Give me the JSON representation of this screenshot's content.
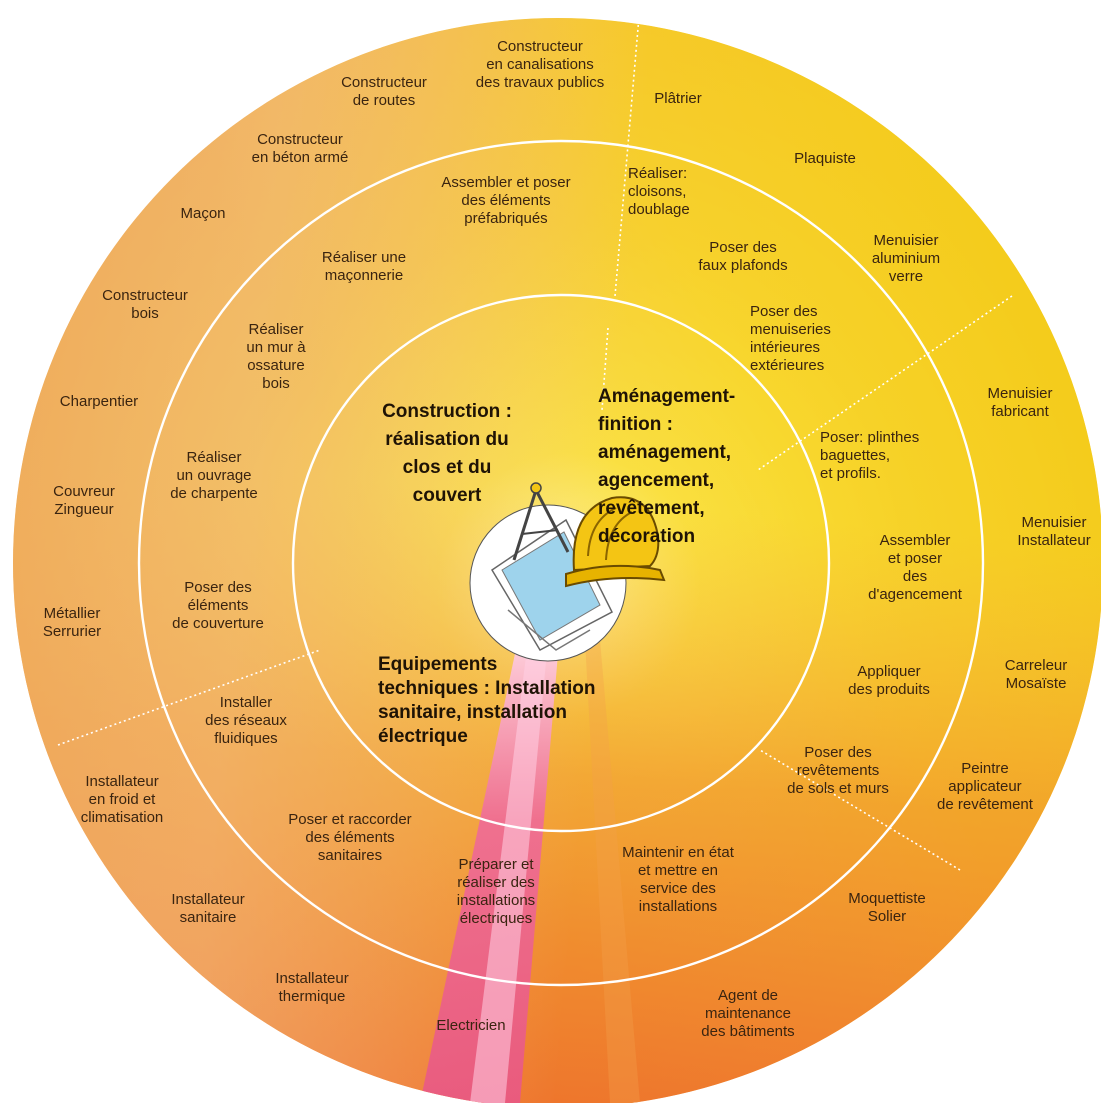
{
  "colors": {
    "center_glow": "#fff7a8",
    "yellow": "#f6d20a",
    "orange": "#f09a2c",
    "pink": "#ec5b8a",
    "peach": "#f2c48c",
    "text": "#3a2410",
    "ring_line": "#ffffff"
  },
  "center_icons": [
    "compass-icon",
    "drawing-sheet-icon",
    "hard-hat-icon"
  ],
  "sectors": {
    "construction": {
      "title_lines": [
        "Construction :",
        "réalisation du",
        "clos et du",
        "couvert"
      ],
      "skills": [
        [
          "Assembler et poser",
          "des éléments",
          "préfabriqués"
        ],
        [
          "Réaliser une",
          "maçonnerie"
        ],
        [
          "Réaliser",
          "un mur à",
          "ossature",
          "bois"
        ],
        [
          "Réaliser",
          "un ouvrage",
          "de charpente"
        ],
        [
          "Poser des",
          "éléments",
          "de couverture"
        ]
      ],
      "trades": [
        [
          "Constructeur",
          "en canalisations",
          "des travaux publics"
        ],
        [
          "Constructeur",
          "de routes"
        ],
        [
          "Constructeur",
          "en béton armé"
        ],
        [
          "Maçon"
        ],
        [
          "Constructeur",
          "bois"
        ],
        [
          "Charpentier"
        ],
        [
          "Couvreur",
          "Zingueur"
        ],
        [
          "Métallier",
          "Serrurier"
        ]
      ]
    },
    "amenagement": {
      "title_lines": [
        "Aménagement-",
        "finition :",
        "aménagement,",
        "agencement,",
        "revêtement,",
        "décoration"
      ],
      "skills": [
        [
          "Réaliser:",
          "cloisons,",
          "doublage"
        ],
        [
          "Poser des",
          "faux plafonds"
        ],
        [
          "Poser des",
          "menuiseries",
          "intérieures",
          "extérieures"
        ],
        [
          "Poser: plinthes",
          "baguettes,",
          "et profils."
        ],
        [
          "Assembler",
          "et poser",
          "des",
          "d'agencement"
        ],
        [
          "Appliquer",
          "des produits"
        ],
        [
          "Poser des",
          "revêtements",
          "de sols et murs"
        ]
      ],
      "trades": [
        [
          "Plâtrier"
        ],
        [
          "Plaquiste"
        ],
        [
          "Menuisier",
          "aluminium",
          "verre"
        ],
        [
          "Menuisier",
          "fabricant"
        ],
        [
          "Menuisier",
          "Installateur"
        ],
        [
          "Carreleur",
          "Mosaïste"
        ],
        [
          "Peintre",
          "applicateur",
          "de revêtement"
        ],
        [
          "Moquettiste",
          "Solier"
        ]
      ]
    },
    "equipements": {
      "title_lines": [
        "Equipements",
        "techniques : Installation",
        "sanitaire, installation",
        "électrique"
      ],
      "skills": [
        [
          "Installer",
          "des réseaux",
          "fluidiques"
        ],
        [
          "Poser et raccorder",
          "des éléments",
          "sanitaires"
        ],
        [
          "Préparer et",
          "réaliser des",
          "installations",
          "électriques"
        ],
        [
          "Maintenir en état",
          "et mettre en",
          "service des",
          "installations"
        ]
      ],
      "trades": [
        [
          "Installateur",
          "en froid et",
          "climatisation"
        ],
        [
          "Installateur",
          "sanitaire"
        ],
        [
          "Installateur",
          "thermique"
        ],
        [
          "Electricien"
        ],
        [
          "Agent de",
          "maintenance",
          "des bâtiments"
        ]
      ]
    }
  }
}
